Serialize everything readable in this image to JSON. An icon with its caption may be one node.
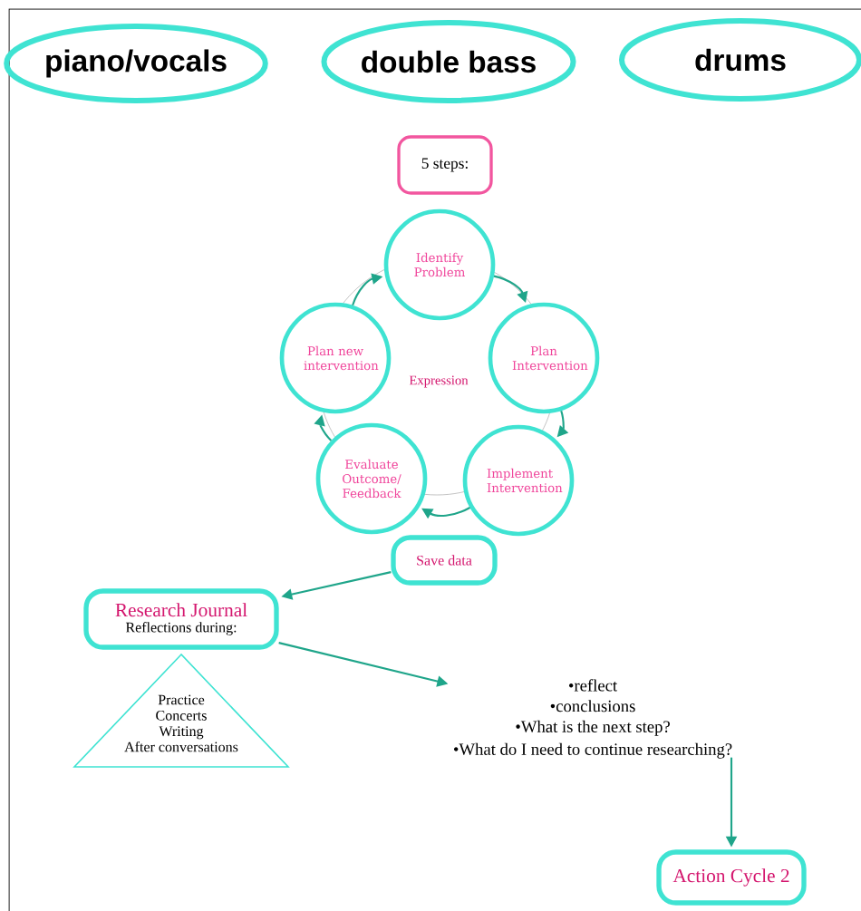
{
  "diagram": {
    "nodes": [
      {
        "text": [
          "piano/vocals"
        ]
      },
      {
        "text": [
          "double bass"
        ]
      },
      {
        "text": [
          "drums"
        ]
      },
      {
        "text": [
          "5 steps:"
        ]
      },
      {
        "text": [
          "Identify Problem"
        ]
      },
      {
        "text": [
          "Plan Intervention"
        ]
      },
      {
        "text": [
          "Implement Intervention"
        ]
      },
      {
        "text": [
          "Evaluate Outcome/ Feedback"
        ]
      },
      {
        "text": [
          "Plan new intervention"
        ]
      },
      {
        "text": [
          "Save data"
        ]
      },
      {
        "text": [
          "Research Journal",
          "Reflections during:"
        ]
      },
      {
        "text": [
          "Practice",
          "Concerts",
          "Writing",
          "After conversations"
        ]
      },
      {
        "text": [
          "•reflect",
          "•conclusions",
          "•What is the next step?",
          "•What do I need to continue researching?"
        ]
      },
      {
        "text": [
          "Action Cycle 2"
        ]
      }
    ],
    "edges": [
      {
        "from": 4,
        "to": 5,
        "arrow": "to"
      },
      {
        "from": 5,
        "to": 6,
        "arrow": "to"
      },
      {
        "from": 6,
        "to": 7,
        "arrow": "to"
      },
      {
        "from": 7,
        "to": 8,
        "arrow": "to"
      },
      {
        "from": 8,
        "to": 4,
        "arrow": "to"
      },
      {
        "from": 9,
        "to": 10,
        "arrow": "to"
      },
      {
        "from": 10,
        "to": 12,
        "arrow": "to"
      },
      {
        "from": 12,
        "to": 13,
        "arrow": "to"
      }
    ],
    "labels": [
      "Expression"
    ]
  }
}
